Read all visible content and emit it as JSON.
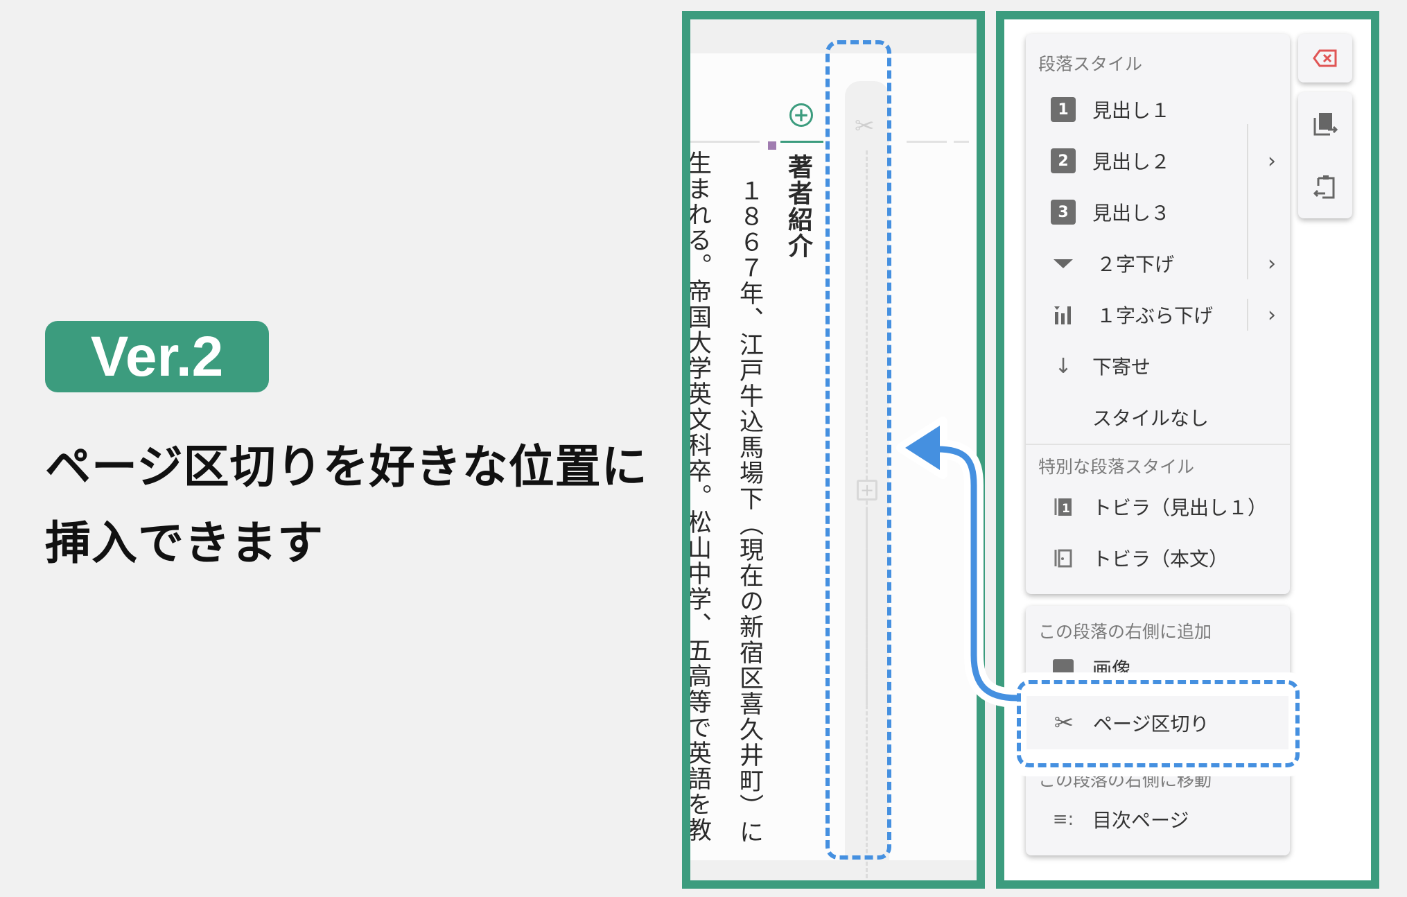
{
  "badge": {
    "label": "Ver.2"
  },
  "headline": {
    "line1": "ページ区切りを好きな位置に",
    "line2": "挿入できます"
  },
  "document": {
    "heading": "著者紹介",
    "columns": [
      "１８６７年、江戸牛込馬場下（現在の新宿区喜久井町）に",
      "生まれる。帝国大学英文科卒。松山中学、五高等で英語を教"
    ]
  },
  "menu": {
    "section1_title": "段落スタイル",
    "items1": [
      {
        "icon": "heading-1-icon",
        "glyph": "1",
        "label": "見出し１"
      },
      {
        "icon": "heading-2-icon",
        "glyph": "2",
        "label": "見出し２"
      },
      {
        "icon": "heading-3-icon",
        "glyph": "3",
        "label": "見出し３"
      },
      {
        "icon": "indent-icon",
        "label": "２字下げ"
      },
      {
        "icon": "hanging-indent-icon",
        "label": "１字ぶら下げ"
      },
      {
        "icon": "arrow-down-icon",
        "label": "下寄せ"
      },
      {
        "icon": "none",
        "label": "スタイルなし"
      }
    ],
    "section2_title": "特別な段落スタイル",
    "items2": [
      {
        "icon": "title-page-heading-icon",
        "label": "トビラ（見出し１）"
      },
      {
        "icon": "title-page-body-icon",
        "label": "トビラ（本文）"
      }
    ],
    "section3_title": "この段落の右側に追加",
    "items3": [
      {
        "icon": "image-icon",
        "label": "画像"
      },
      {
        "icon": "scissors-icon",
        "label": "ページ区切り"
      }
    ],
    "section4_title": "この段落の右側に移動",
    "items4": [
      {
        "icon": "toc-icon",
        "label": "目次ページ"
      }
    ]
  },
  "colors": {
    "accent": "#3c9c7e",
    "highlight": "#4590e0",
    "delete": "#e05555"
  }
}
